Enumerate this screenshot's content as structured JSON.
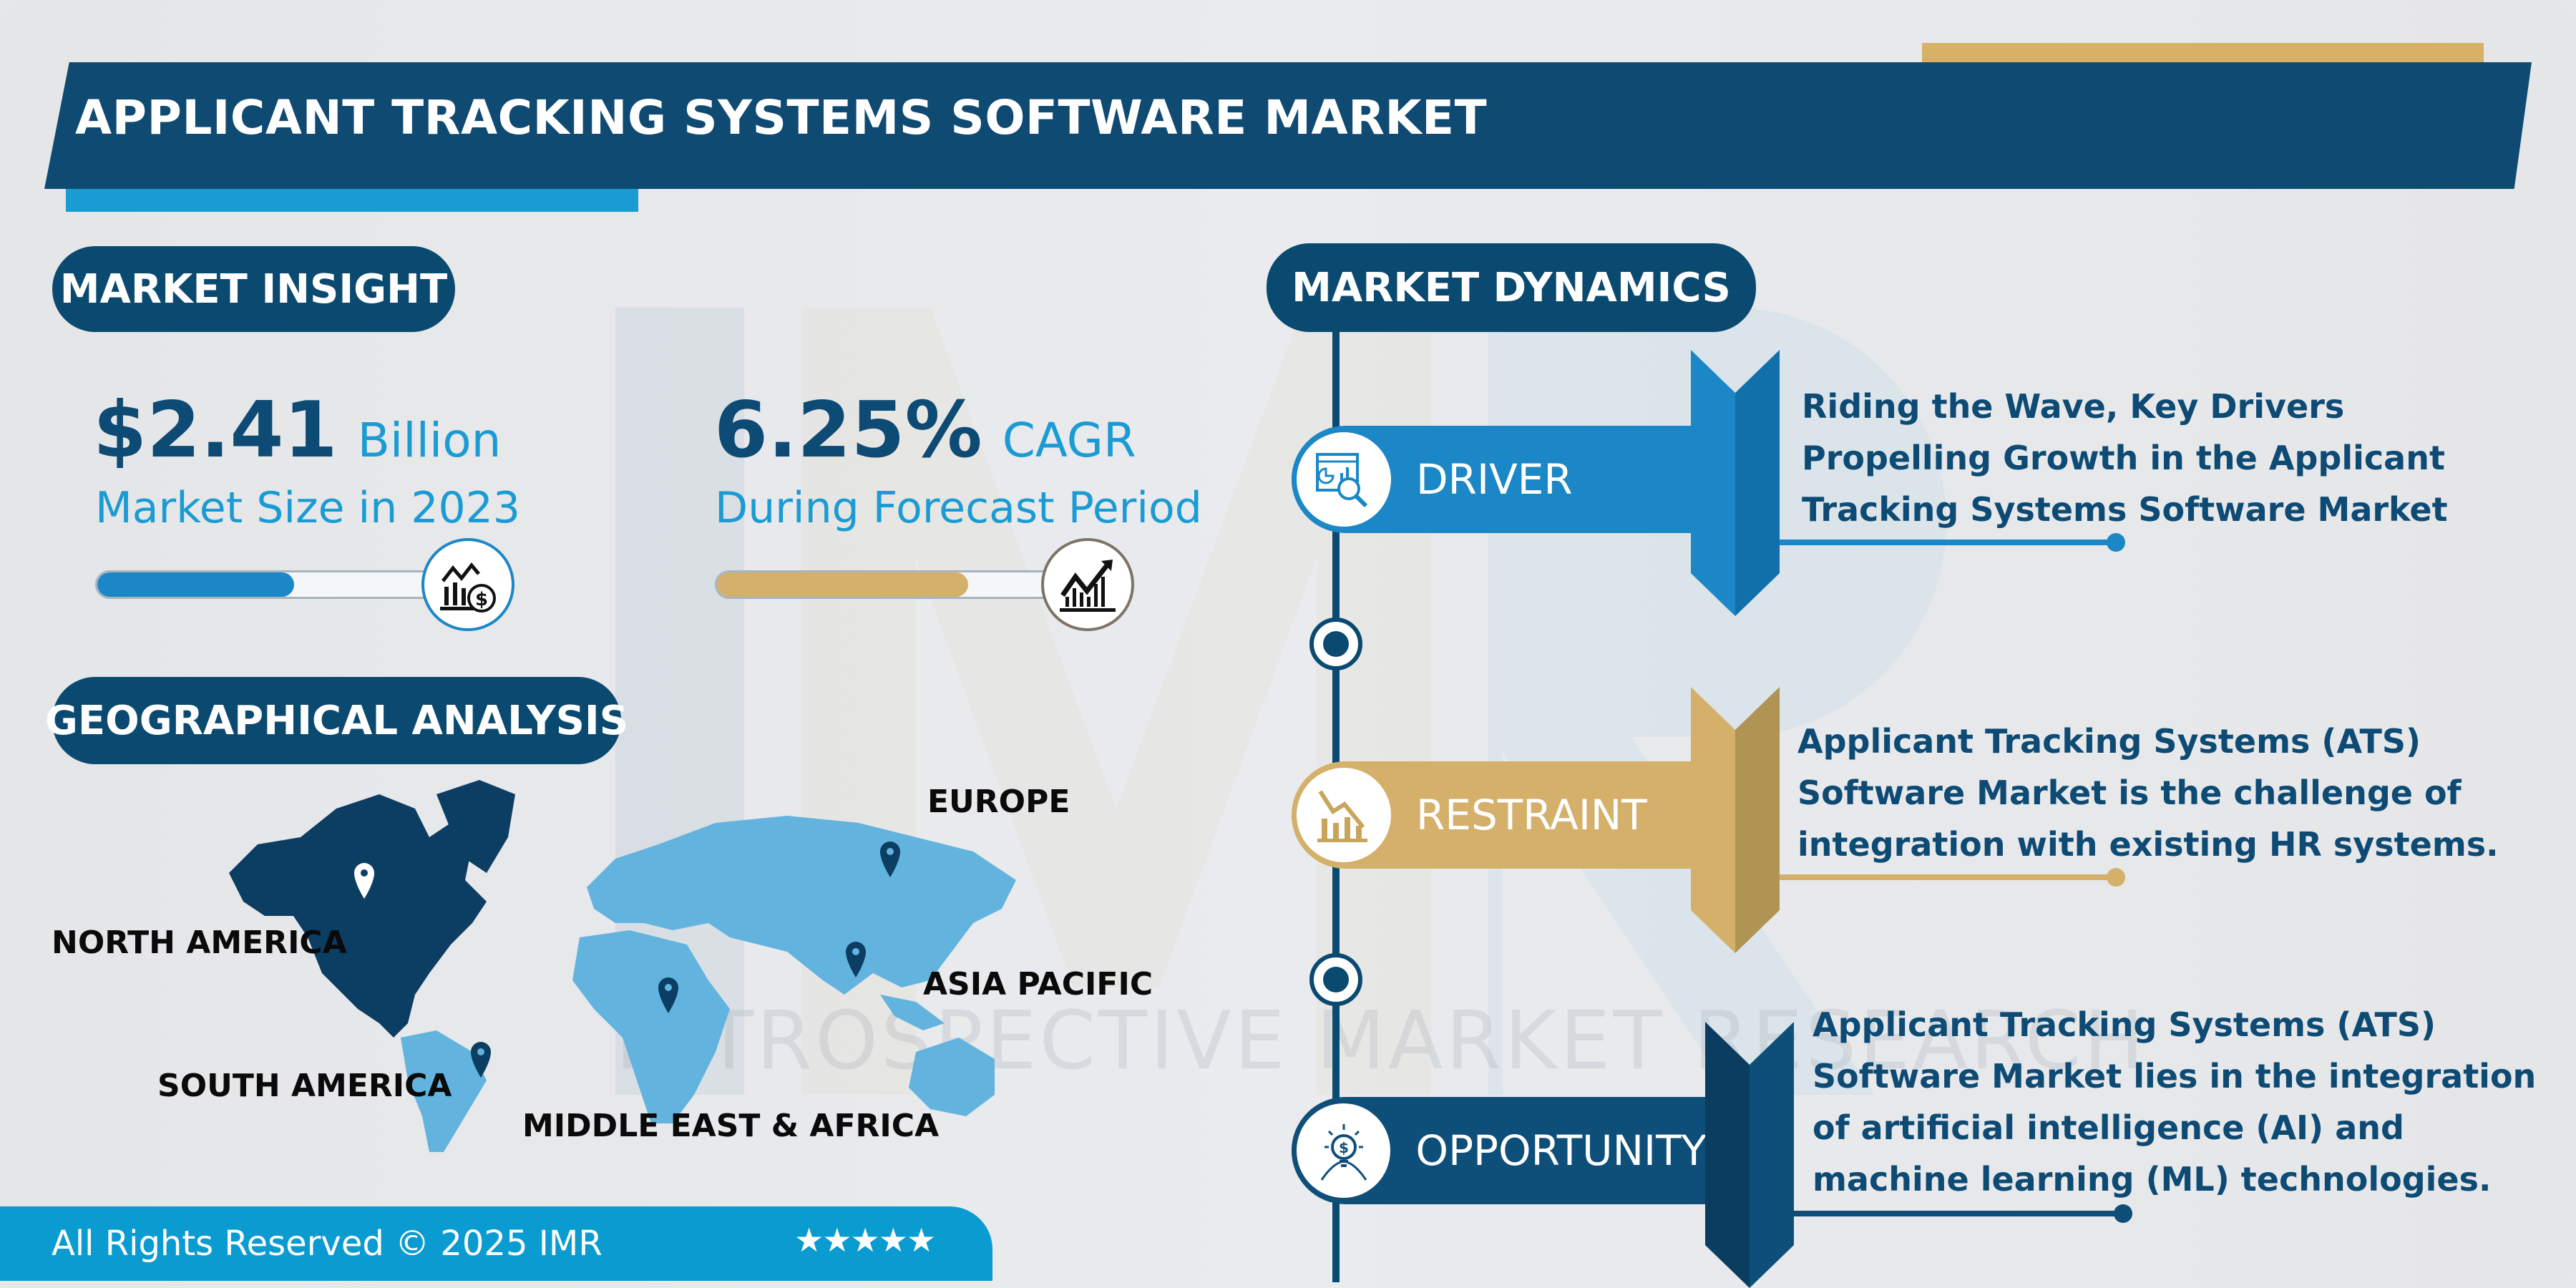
{
  "header": {
    "title": "APPLICANT TRACKING SYSTEMS SOFTWARE MARKET"
  },
  "market_insight": {
    "section_label": "MARKET INSIGHT",
    "market_size": {
      "value": "$2.41",
      "unit": "Billion",
      "caption": "Market Size in 2023",
      "bar_fill_percent": 58,
      "icon": "chart-dollar-icon"
    },
    "cagr": {
      "value": "6.25%",
      "unit": "CAGR",
      "caption": "During Forecast Period",
      "bar_fill_percent": 74,
      "icon": "growth-chart-icon"
    }
  },
  "geographical_analysis": {
    "section_label": "GEOGRAPHICAL ANALYSIS",
    "regions": [
      {
        "name": "NORTH AMERICA",
        "highlighted": true
      },
      {
        "name": "EUROPE",
        "highlighted": false
      },
      {
        "name": "ASIA PACIFIC",
        "highlighted": false
      },
      {
        "name": "SOUTH AMERICA",
        "highlighted": false
      },
      {
        "name": "MIDDLE EAST & AFRICA",
        "highlighted": false
      }
    ]
  },
  "market_dynamics": {
    "section_label": "MARKET DYNAMICS",
    "items": [
      {
        "label": "DRIVER",
        "icon": "analytics-magnifier-icon",
        "color": "#1b87c6",
        "text_lines": [
          "Riding the Wave, Key Drivers",
          "Propelling Growth in the Applicant",
          "Tracking Systems Software Market"
        ]
      },
      {
        "label": "RESTRAINT",
        "icon": "declining-chart-icon",
        "color": "#d4b06a",
        "text_lines": [
          "Applicant Tracking Systems (ATS)",
          "Software Market is the challenge of",
          "integration with existing HR systems."
        ]
      },
      {
        "label": "OPPORTUNITY",
        "icon": "lightbulb-dollar-icon",
        "color": "#0e4f7a",
        "text_lines": [
          "Applicant Tracking Systems (ATS)",
          "Software Market lies in the integration",
          "of artificial intelligence (AI) and",
          "machine learning (ML) technologies."
        ]
      }
    ]
  },
  "watermark": "INTROSPECTIVE MARKET RESEARCH",
  "footer": {
    "copyright": "All Rights Reserved © 2025 IMR",
    "rating": "★★★★★"
  },
  "colors": {
    "navy": "#0b4a70",
    "accent_blue": "#1b9bd3",
    "gold": "#d4b06a",
    "footer_blue": "#0a9bd1",
    "map_highlight": "#0c3d62",
    "map_land": "#62b4df"
  }
}
